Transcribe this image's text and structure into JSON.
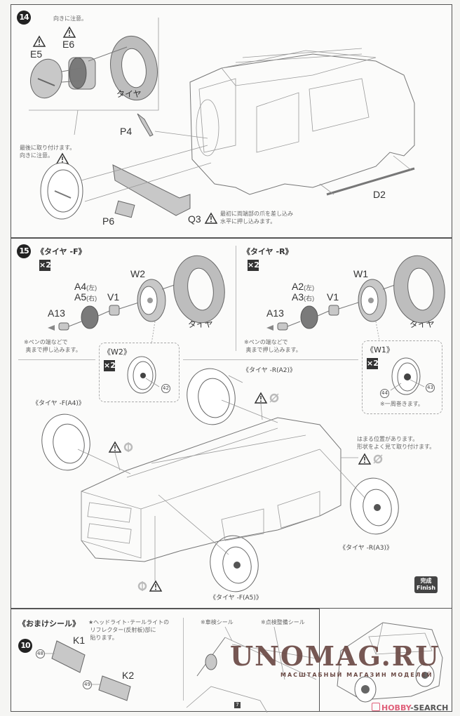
{
  "page_number": "7",
  "step14": {
    "number": "14",
    "note_orientation": "向きに注意。",
    "parts": {
      "e5": "E5",
      "e6": "E6",
      "tire": "タイヤ",
      "p4": "P4",
      "p6": "P6",
      "q3": "Q3",
      "d2": "D2"
    },
    "spare_note": "最後に取り付けます。\n向きに注意。",
    "q3_note": "最初に両端部の爪を差し込み\n水平に押し込みます。"
  },
  "step15": {
    "number": "15",
    "front": {
      "title": "《タイヤ -F》",
      "qty": "×2",
      "parts": {
        "w2": "W2",
        "a4": "A4",
        "a4_side": "(左)",
        "a5": "A5",
        "a5_side": "(右)",
        "v1": "V1",
        "a13": "A13",
        "tire": "タイヤ"
      },
      "push_note": "※ペンの端などで\n 奥まで押し込みます。",
      "detail": {
        "title": "《W2》",
        "qty": "×2",
        "sticker": "42"
      }
    },
    "rear": {
      "title": "《タイヤ -R》",
      "qty": "×2",
      "parts": {
        "w1": "W1",
        "a2": "A2",
        "a2_side": "(左)",
        "a3": "A3",
        "a3_side": "(右)",
        "v1": "V1",
        "a13": "A13",
        "tire": "タイヤ"
      },
      "push_note": "※ペンの端などで\n 奥まで押し込みます。",
      "detail": {
        "title": "《W1》",
        "qty": "×2",
        "sticker_a": "43",
        "sticker_b": "44",
        "note": "※一周巻きます。"
      }
    },
    "callouts": {
      "front_left": "《タイヤ -F(A4)》",
      "rear_left": "《タイヤ -R(A2)》",
      "rear_right": "《タイヤ -R(A3)》",
      "front_right": "《タイヤ -F(A5)》",
      "fit_note": "はまる位置があります。\n形状をよく見て取り付けます。"
    },
    "finish": {
      "jp": "完成",
      "en": "Finish"
    }
  },
  "step10": {
    "number": "10",
    "title": "《おまけシール》",
    "note": "★ヘッドライト･テールライトの\n リフレクター(反射板)部に\n 貼ります。",
    "parts": {
      "k1": "K1",
      "k2": "K2",
      "sticker_k1": "48",
      "sticker_k2": "49"
    },
    "inspection_sticker": "※車検シール",
    "maintenance_sticker": "※点検整備シール"
  },
  "watermark": {
    "main": "UNOMAG.RU",
    "sub": "МАСШТАБНЫЙ МАГАЗИН МОДЕЛЕЙ"
  },
  "brand": {
    "part1": "HOBBY",
    "part2": "-SEARCH",
    "color": "#e0607a"
  }
}
